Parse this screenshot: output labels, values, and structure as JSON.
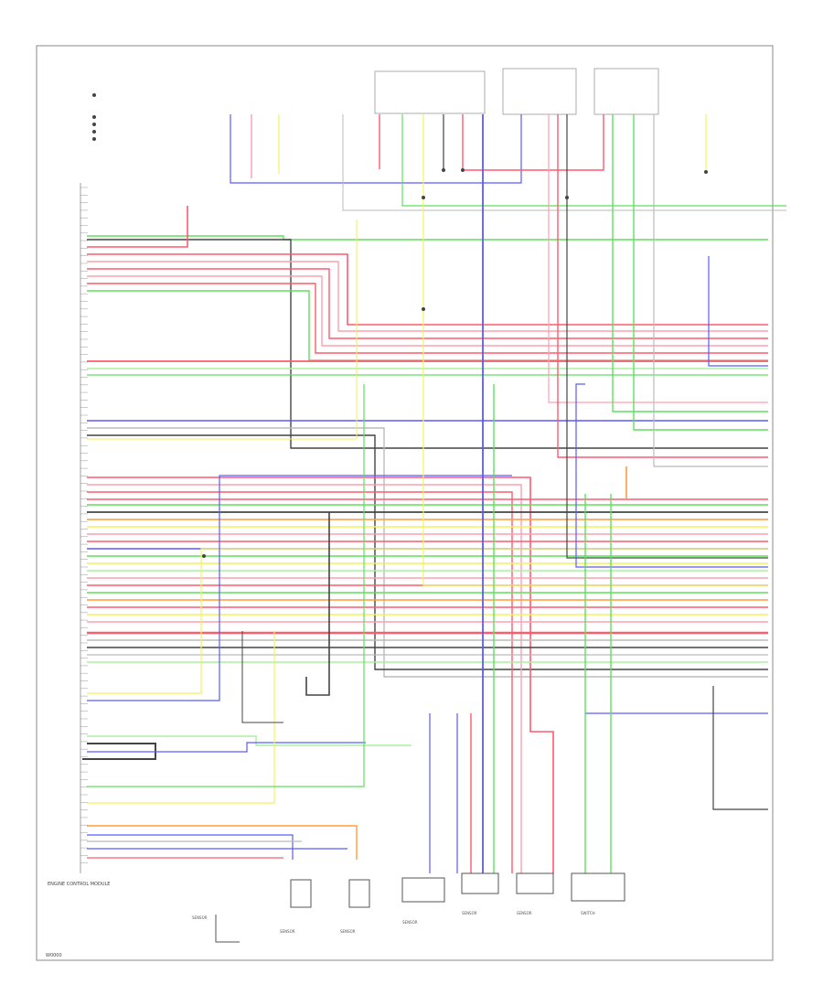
{
  "diagram": {
    "colors": {
      "red": "#ff5a6e",
      "pink": "#ff9fb0",
      "green": "#5de05d",
      "lightgreen": "#a8f0a0",
      "yellow": "#f2f25a",
      "blue": "#5a5aff",
      "gray": "#444444",
      "lightgray": "#bbbbbb",
      "orange": "#ff9a3c",
      "frame": "#888888"
    },
    "module_name": "ENGINE CONTROL MODULE",
    "bottom_components": [
      {
        "label": "SENSOR"
      },
      {
        "label": "SENSOR"
      },
      {
        "label": "SENSOR"
      },
      {
        "label": "SENSOR"
      },
      {
        "label": "SENSOR"
      },
      {
        "label": "SENSOR"
      },
      {
        "label": "SWITCH"
      }
    ],
    "footer_code": "W0000"
  }
}
